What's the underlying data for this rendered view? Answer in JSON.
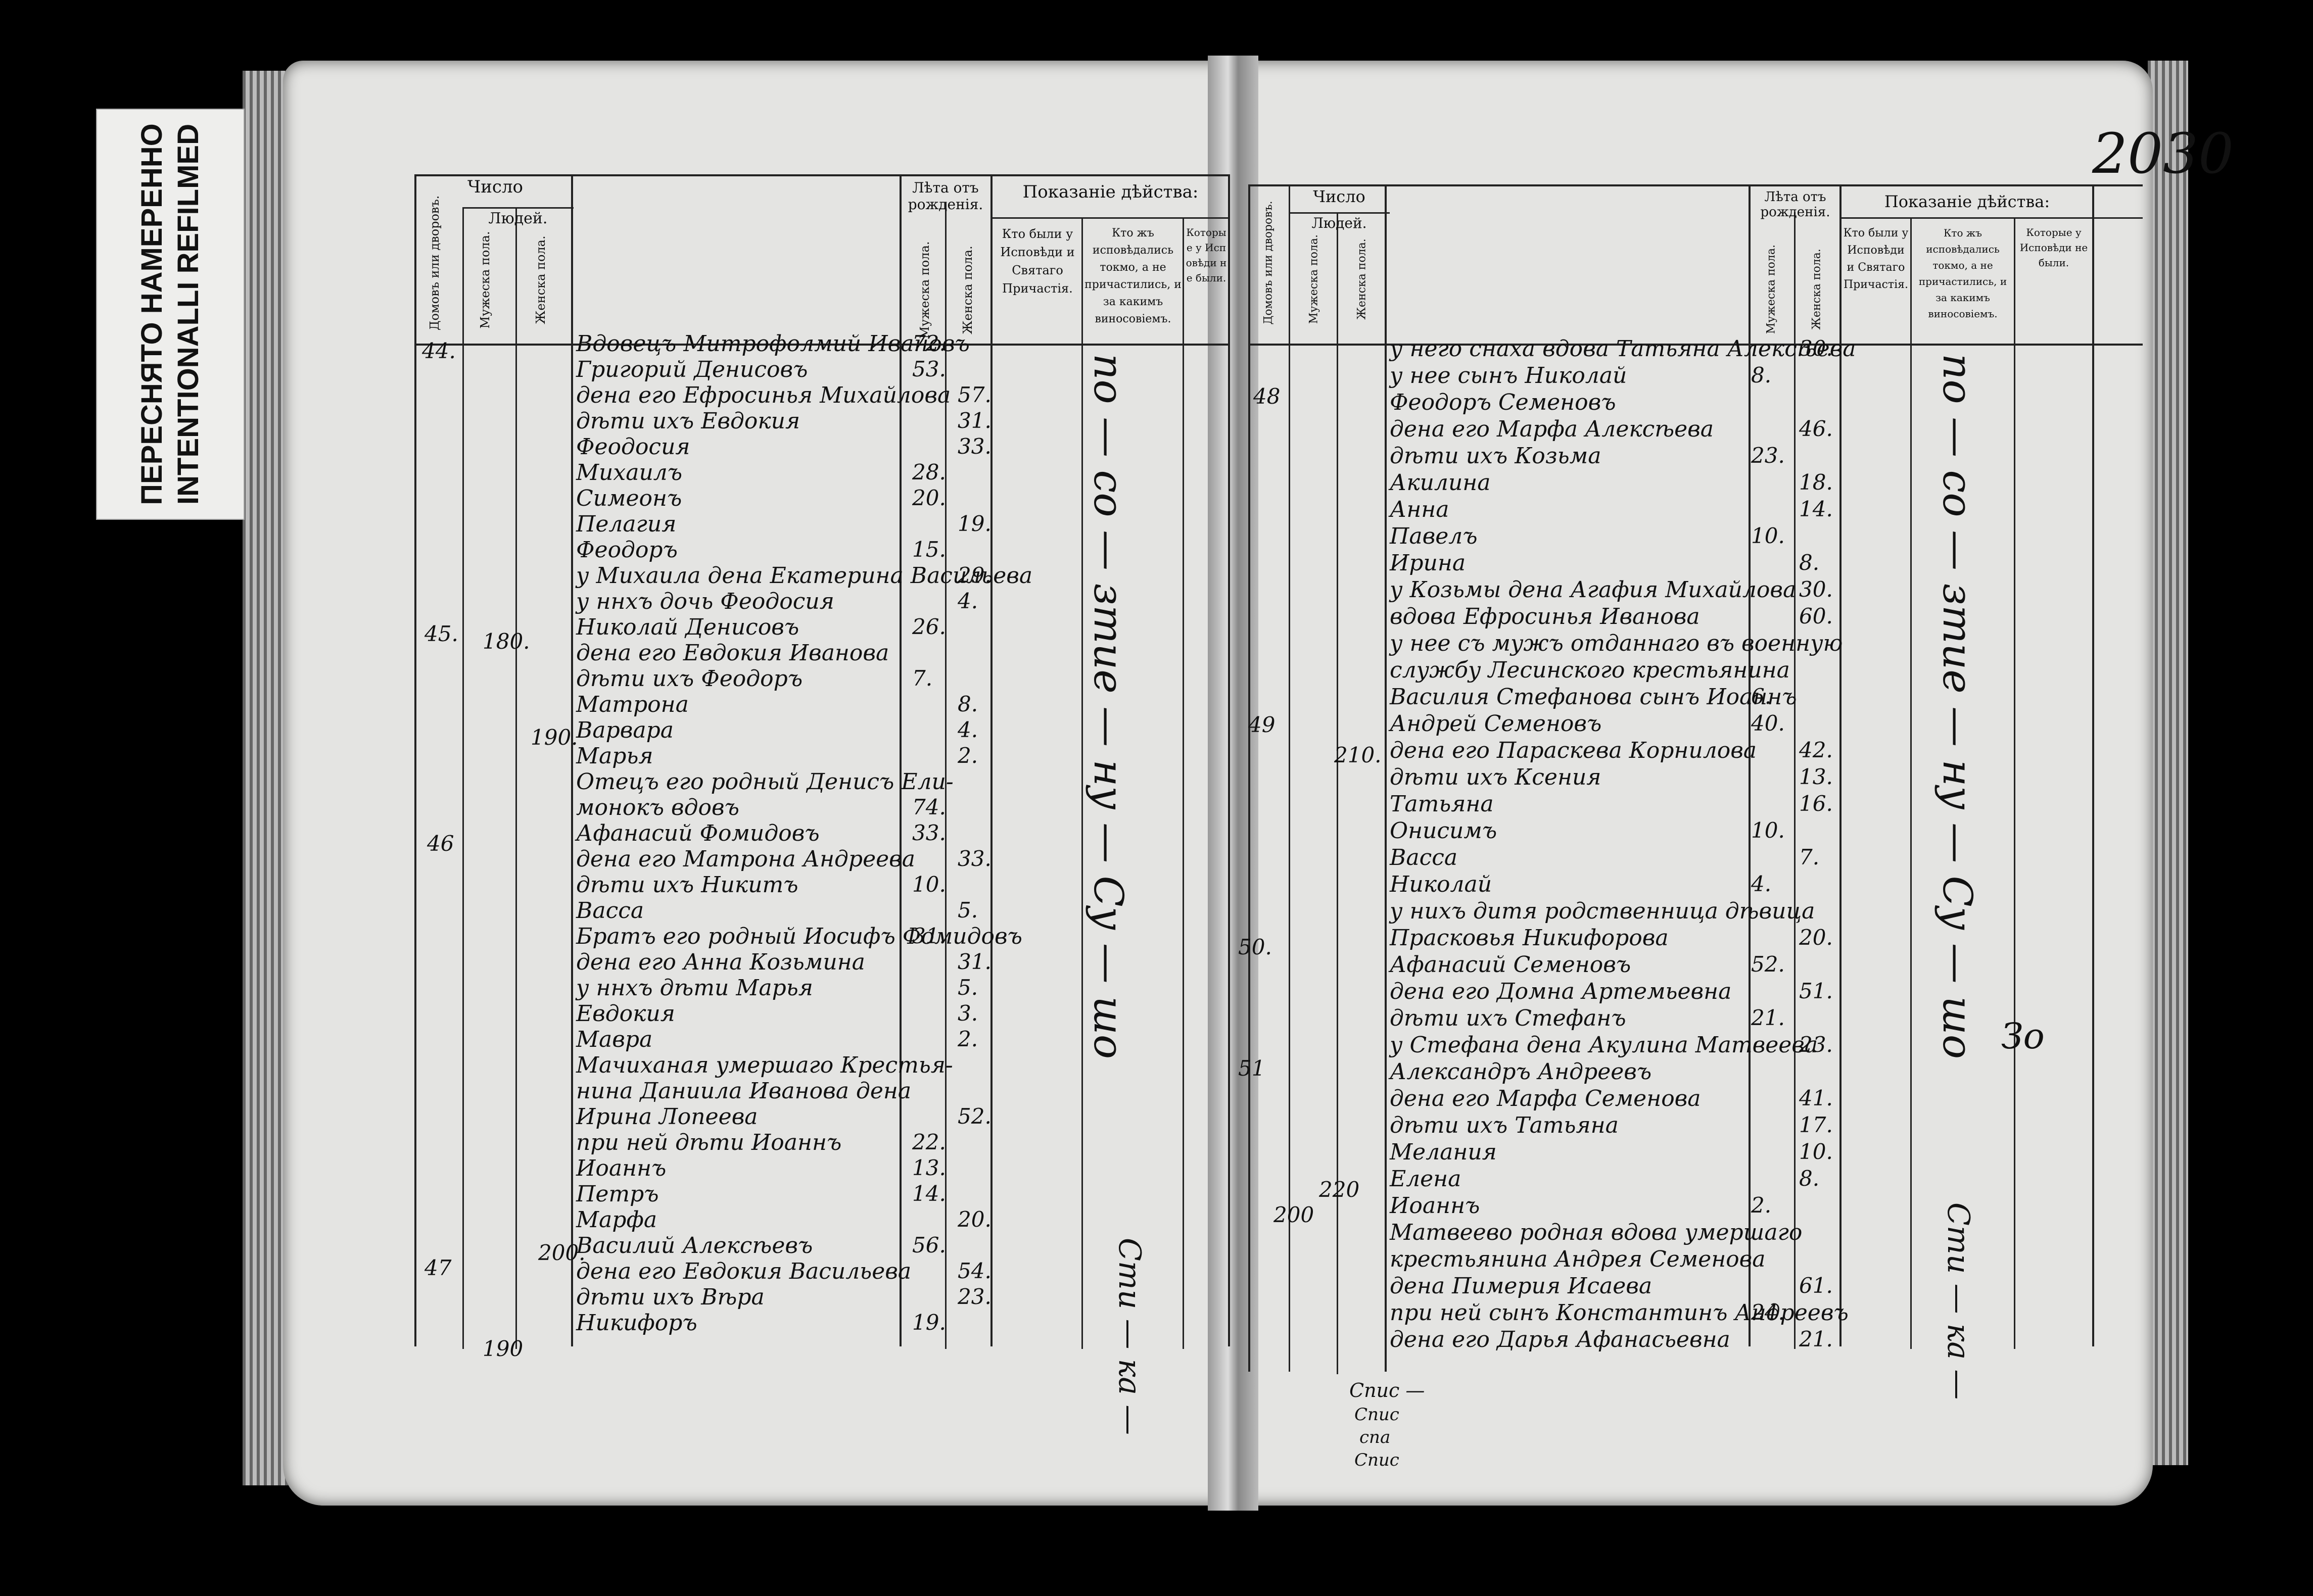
{
  "archive_label": {
    "line1": "ПЕРЕСНЯТО НАМЕРЕННО",
    "line2": "INTENTIONALLI REFILMED"
  },
  "page_number": "2030",
  "headers": {
    "chislo": "Число",
    "lyudey": "Людей.",
    "domov": "Домовъ или дворовъ.",
    "male_sex": "Мужеска пола.",
    "female_sex": "Женска пола.",
    "leta": "Лѣта отъ рожденія.",
    "pokazanie": "Показаніе дѣйства:",
    "col_were": "Кто были у Исповѣди и Святаго Причастія.",
    "col_confessed": "Кто жъ исповѣдались токмо, а не причастились, и за какимъ виносовіемъ.",
    "col_not": "Которые у Исповѣди не были."
  },
  "left_page": {
    "margin_numbers": [
      "44.",
      "45.",
      "180.",
      "190.",
      "46",
      "47",
      "200.",
      "190"
    ],
    "rows": [
      {
        "name": "Вдовецъ Митрофолмий Ивановъ",
        "m": "72.",
        "f": ""
      },
      {
        "name": "Григорий Денисовъ",
        "m": "53.",
        "f": ""
      },
      {
        "name": "дена его Ефросинья Михайлова",
        "m": "",
        "f": "57."
      },
      {
        "name": "дѣти ихъ Евдокия",
        "m": "",
        "f": "31."
      },
      {
        "name": "Феодосия",
        "m": "",
        "f": "33."
      },
      {
        "name": "Михаилъ",
        "m": "28.",
        "f": ""
      },
      {
        "name": "Симеонъ",
        "m": "20.",
        "f": ""
      },
      {
        "name": "Пелагия",
        "m": "",
        "f": "19."
      },
      {
        "name": "Феодоръ",
        "m": "15.",
        "f": ""
      },
      {
        "name": "у Михаила дена Екатерина Васильева",
        "m": "",
        "f": "29."
      },
      {
        "name": "у ннхъ дочь Феодосия",
        "m": "",
        "f": "4."
      },
      {
        "name": "Николай Денисовъ",
        "m": "26.",
        "f": ""
      },
      {
        "name": "дена его Евдокия Иванова",
        "m": "",
        "f": ""
      },
      {
        "name": "дѣти ихъ Феодоръ",
        "m": "7.",
        "f": ""
      },
      {
        "name": "Матрона",
        "m": "",
        "f": "8."
      },
      {
        "name": "Варвара",
        "m": "",
        "f": "4."
      },
      {
        "name": "Марья",
        "m": "",
        "f": "2."
      },
      {
        "name": "Отецъ его родный Денисъ Ели-",
        "m": "",
        "f": ""
      },
      {
        "name": "монокъ вдовъ",
        "m": "74.",
        "f": ""
      },
      {
        "name": "Афанасий Фомидовъ",
        "m": "33.",
        "f": ""
      },
      {
        "name": "дена его Матрона Андреева",
        "m": "",
        "f": "33."
      },
      {
        "name": "дѣти ихъ Никитъ",
        "m": "10.",
        "f": ""
      },
      {
        "name": "Васса",
        "m": "",
        "f": "5."
      },
      {
        "name": "Братъ его родный Иосифъ Фомидовъ",
        "m": "31.",
        "f": ""
      },
      {
        "name": "дена его Анна Козьмина",
        "m": "",
        "f": "31."
      },
      {
        "name": "у ннхъ дѣти Марья",
        "m": "",
        "f": "5."
      },
      {
        "name": "Евдокия",
        "m": "",
        "f": "3."
      },
      {
        "name": "Мавра",
        "m": "",
        "f": "2."
      },
      {
        "name": "Мачиханая умершаго Крестья-",
        "m": "",
        "f": ""
      },
      {
        "name": "нина Даниила Иванова дена",
        "m": "",
        "f": ""
      },
      {
        "name": "Ирина Лопеева",
        "m": "",
        "f": "52."
      },
      {
        "name": "при ней дѣти Иоаннъ",
        "m": "22.",
        "f": ""
      },
      {
        "name": "Иоаннъ",
        "m": "13.",
        "f": ""
      },
      {
        "name": "Петръ",
        "m": "14.",
        "f": ""
      },
      {
        "name": "Марфа",
        "m": "",
        "f": "20."
      },
      {
        "name": "Василий Алексѣевъ",
        "m": "56.",
        "f": ""
      },
      {
        "name": "дена его Евдокия Васильева",
        "m": "",
        "f": "54."
      },
      {
        "name": "дѣти ихъ Вѣра",
        "m": "",
        "f": "23."
      },
      {
        "name": "Никифоръ",
        "m": "19.",
        "f": ""
      }
    ],
    "annotation_were": "по — со — зтие — ну — Су — шо",
    "annotation_confessed": "Сти — ка —"
  },
  "right_page": {
    "margin_numbers": [
      "48",
      "49",
      "210.",
      "50.",
      "51",
      "200",
      "220"
    ],
    "rows": [
      {
        "name": "у него снаха вдова Татьяна Алексѣева",
        "m": "",
        "f": "30."
      },
      {
        "name": "у нее сынъ Николай",
        "m": "8.",
        "f": ""
      },
      {
        "name": "Феодоръ Семеновъ",
        "m": "",
        "f": ""
      },
      {
        "name": "дена его Марфа Алексѣева",
        "m": "",
        "f": "46."
      },
      {
        "name": "дѣти ихъ Козьма",
        "m": "23.",
        "f": ""
      },
      {
        "name": "Акилина",
        "m": "",
        "f": "18."
      },
      {
        "name": "Анна",
        "m": "",
        "f": "14."
      },
      {
        "name": "Павелъ",
        "m": "10.",
        "f": ""
      },
      {
        "name": "Ирина",
        "m": "",
        "f": "8."
      },
      {
        "name": "у Козьмы дена Агафия Михайлова",
        "m": "",
        "f": "30."
      },
      {
        "name": "вдова Ефросинья Иванова",
        "m": "",
        "f": "60."
      },
      {
        "name": "у нее съ мужъ отданнаго въ военную",
        "m": "",
        "f": ""
      },
      {
        "name": "службу Лесинского крестьянина",
        "m": "",
        "f": ""
      },
      {
        "name": "Василия Стефанова сынъ Иоаннъ",
        "m": "6.",
        "f": ""
      },
      {
        "name": "Андрей Семеновъ",
        "m": "40.",
        "f": ""
      },
      {
        "name": "дена его Параскева Корнилова",
        "m": "",
        "f": "42."
      },
      {
        "name": "дѣти ихъ Ксения",
        "m": "",
        "f": "13."
      },
      {
        "name": "Татьяна",
        "m": "",
        "f": "16."
      },
      {
        "name": "Онисимъ",
        "m": "10.",
        "f": ""
      },
      {
        "name": "Васса",
        "m": "",
        "f": "7."
      },
      {
        "name": "Николай",
        "m": "4.",
        "f": ""
      },
      {
        "name": "у нихъ дитя родственница дѣвица",
        "m": "",
        "f": ""
      },
      {
        "name": "Прасковья Никифорова",
        "m": "",
        "f": "20."
      },
      {
        "name": "Афанасий Семеновъ",
        "m": "52.",
        "f": ""
      },
      {
        "name": "дена его Домна Артемьевна",
        "m": "",
        "f": "51."
      },
      {
        "name": "дѣти ихъ Стефанъ",
        "m": "21.",
        "f": ""
      },
      {
        "name": "у Стефана дена Акулина Матвеева",
        "m": "",
        "f": "23."
      },
      {
        "name": "Александръ Андреевъ",
        "m": "",
        "f": ""
      },
      {
        "name": "дена его Марфа Семенова",
        "m": "",
        "f": "41."
      },
      {
        "name": "дѣти ихъ Татьяна",
        "m": "",
        "f": "17."
      },
      {
        "name": "Мелания",
        "m": "",
        "f": "10."
      },
      {
        "name": "Елена",
        "m": "",
        "f": "8."
      },
      {
        "name": "Иоаннъ",
        "m": "2.",
        "f": ""
      },
      {
        "name": "Матвеево родная вдова умершаго",
        "m": "",
        "f": ""
      },
      {
        "name": "крестьянина Андрея Семенова",
        "m": "",
        "f": ""
      },
      {
        "name": "дена Пимерия Исаева",
        "m": "",
        "f": "61."
      },
      {
        "name": "при ней сынъ Константинъ Андреевъ",
        "m": "24.",
        "f": ""
      },
      {
        "name": "дена его Дарья Афанасьевна",
        "m": "",
        "f": "21."
      }
    ],
    "annotation_were": "по — со — зтие — ну — Су — шо",
    "annotation_confessed": "Сти — ка —",
    "annotation_side": "Зо",
    "footer_lines": [
      "Спис —",
      "Спис",
      "спа",
      "Спис"
    ]
  }
}
